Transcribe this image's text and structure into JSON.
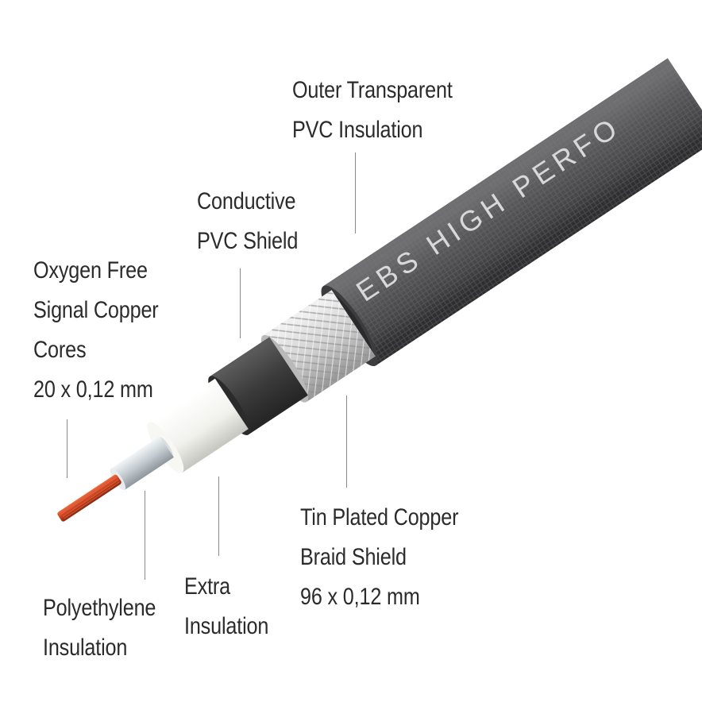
{
  "labels": {
    "outer": [
      "Outer Transparent",
      "PVC Insulation"
    ],
    "conductive": [
      "Conductive",
      "PVC Shield"
    ],
    "oxygen": [
      "Oxygen Free",
      "Signal Copper",
      "Cores",
      "20 x 0,12 mm"
    ],
    "braid": [
      "Tin Plated Copper",
      "Braid Shield",
      "96 x 0,12 mm"
    ],
    "extra": [
      "Extra",
      "Insulation"
    ],
    "polyethylene": [
      "Polyethylene",
      "Insulation"
    ]
  },
  "jacket_print": "EBS HIGH PERFO",
  "colors": {
    "jacket": "#4a4a4c",
    "shield": "#3a3a3a",
    "braid": "#d8d8d8",
    "dielectric": "#f4f4f0",
    "inner_insulation": "#c9d0d4",
    "copper": "#c9411f"
  }
}
